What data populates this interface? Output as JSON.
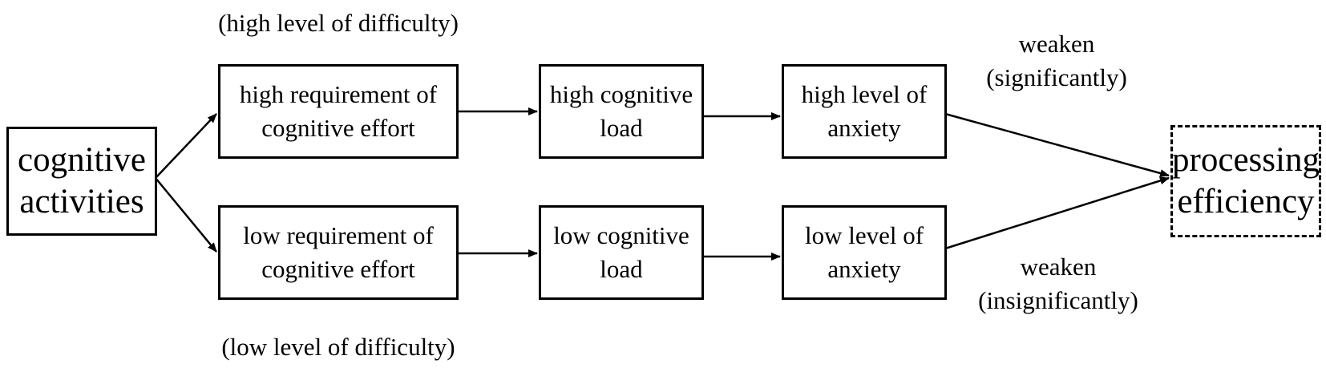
{
  "difficulty_high": "(high level of difficulty)",
  "difficulty_low": "(low level of difficulty)",
  "nodes": {
    "cognitive_activities": "cognitive\nactivities",
    "high_effort": "high requirement of\ncognitive effort",
    "low_effort": "low requirement of\ncognitive effort",
    "high_load": "high cognitive\nload",
    "low_load": "low cognitive\nload",
    "high_anxiety": "high level of\nanxiety",
    "low_anxiety": "low level of\nanxiety",
    "processing_efficiency": "processing\nefficiency"
  },
  "edge_labels": {
    "weaken_significantly": "weaken\n(significantly)",
    "weaken_insignificantly": "weaken\n(insignificantly)"
  },
  "colors": {
    "stroke": "#000000",
    "background": "#ffffff"
  }
}
